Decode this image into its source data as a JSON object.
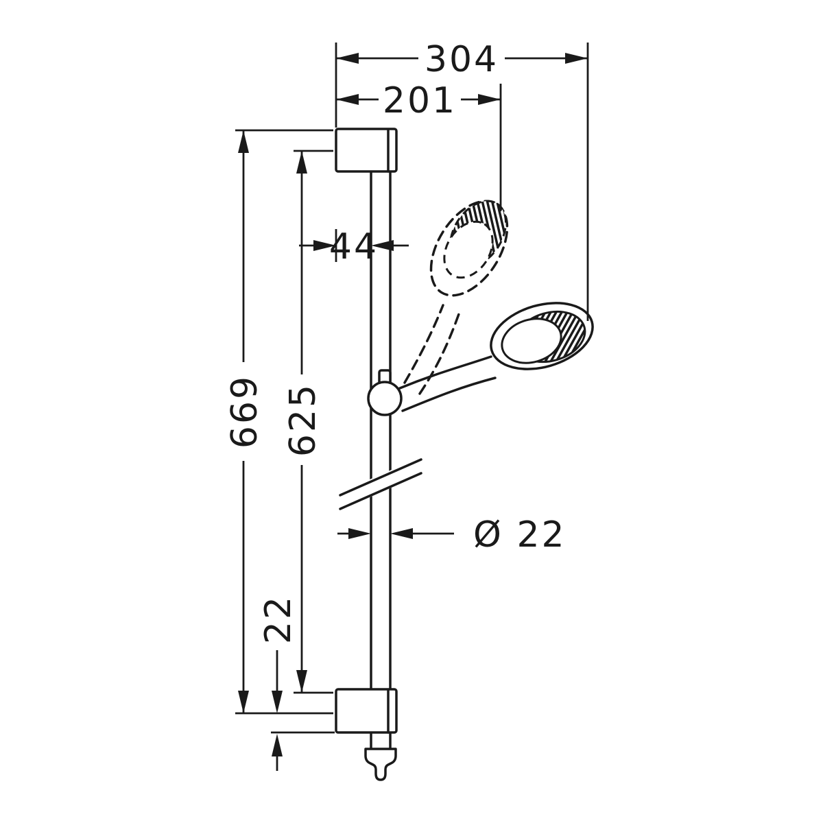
{
  "colors": {
    "ink": "#1a1a1a",
    "background": "#ffffff"
  },
  "dimensions": {
    "top_width": "304",
    "upper_width": "201",
    "holder_offset": "44",
    "total_height": "669",
    "bar_height": "625",
    "bar_diameter": "Ø 22",
    "bottom_offset": "22"
  }
}
